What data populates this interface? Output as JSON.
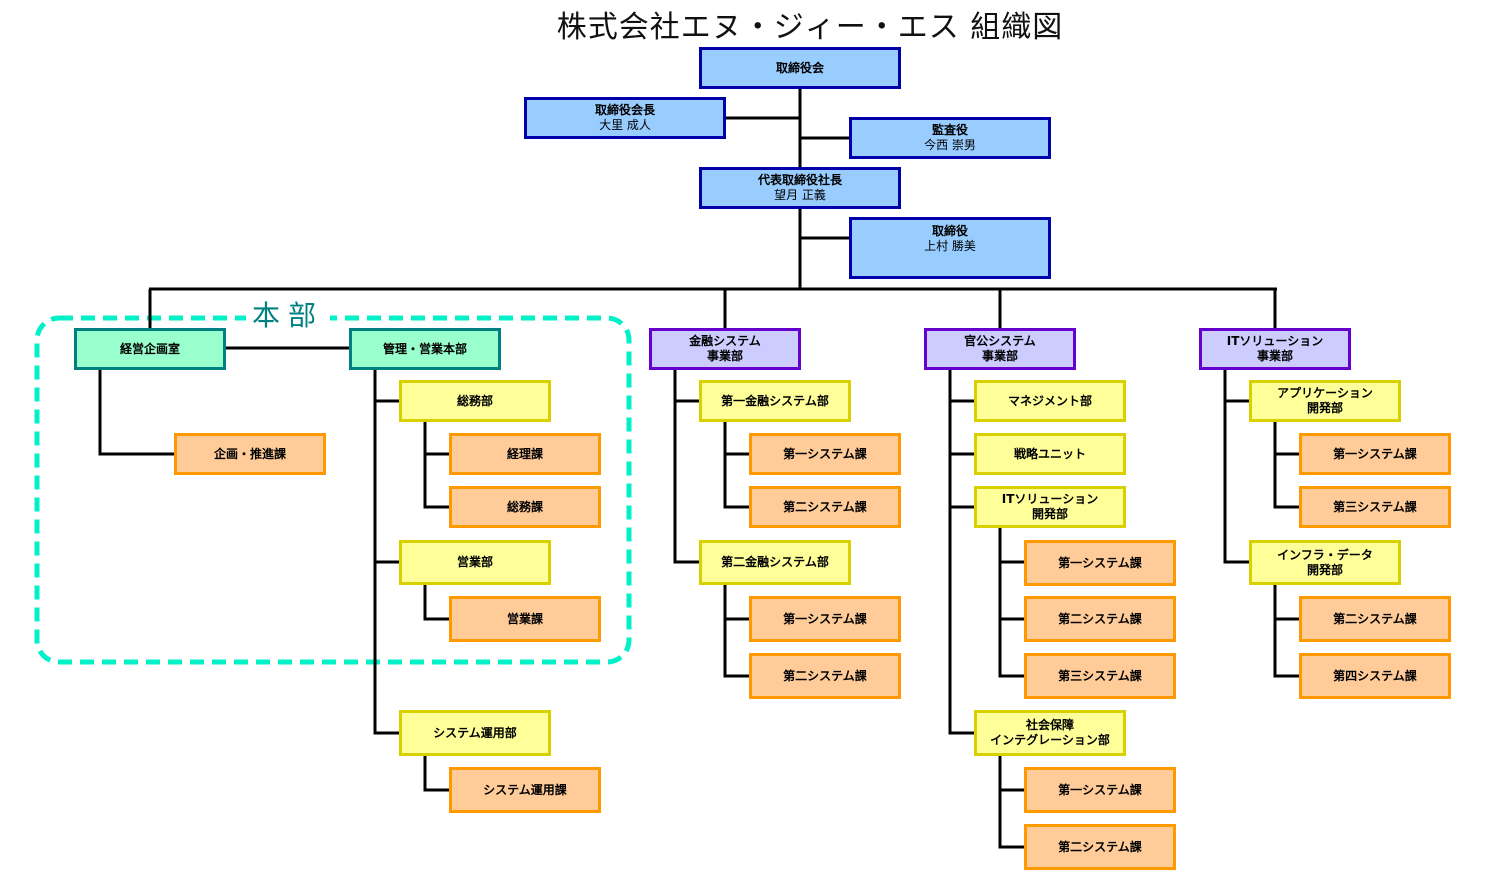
{
  "title": "株式会社エヌ・ジィー・エス 組織図",
  "group_label": "本部",
  "colors": {
    "executive_fill": "#99ccff",
    "executive_border": "#0000aa",
    "headquarters_fill": "#99ffcc",
    "headquarters_border": "#008080",
    "division_fill": "#ccccff",
    "division_border": "#6600cc",
    "department_fill": "#ffff99",
    "department_border": "#d9d000",
    "section_fill": "#ffcc99",
    "section_border": "#ff9900",
    "group_outline": "#00f0c8"
  },
  "executives": {
    "board": {
      "title": "取締役会"
    },
    "chairman": {
      "title": "取締役会長",
      "name": "大里 成人"
    },
    "auditor": {
      "title": "監査役",
      "name": "今西 崇男"
    },
    "president": {
      "title": "代表取締役社長",
      "name": "望月 正義"
    },
    "director": {
      "title": "取締役",
      "name": "上村 勝美"
    }
  },
  "headquarters": {
    "planning_office": {
      "title": "経営企画室",
      "sections": [
        "企画・推進課"
      ]
    },
    "admin_sales": {
      "title": "管理・営業本部",
      "departments": [
        {
          "title": "総務部",
          "sections": [
            "経理課",
            "総務課"
          ]
        },
        {
          "title": "営業部",
          "sections": [
            "営業課"
          ]
        },
        {
          "title": "システム運用部",
          "sections": [
            "システム運用課"
          ]
        }
      ]
    }
  },
  "divisions": [
    {
      "title": [
        "金融システム",
        "事業部"
      ],
      "departments": [
        {
          "title": [
            "第一金融システム部"
          ],
          "sections": [
            "第一システム課",
            "第二システム課"
          ]
        },
        {
          "title": [
            "第二金融システム部"
          ],
          "sections": [
            "第一システム課",
            "第二システム課"
          ]
        }
      ]
    },
    {
      "title": [
        "官公システム",
        "事業部"
      ],
      "departments": [
        {
          "title": [
            "マネジメント部"
          ],
          "sections": []
        },
        {
          "title": [
            "戦略ユニット"
          ],
          "sections": []
        },
        {
          "title": [
            "ITソリューション",
            "開発部"
          ],
          "sections": [
            "第一システム課",
            "第二システム課",
            "第三システム課"
          ]
        },
        {
          "title": [
            "社会保障",
            "インテグレーション部"
          ],
          "sections": [
            "第一システム課",
            "第二システム課"
          ]
        }
      ]
    },
    {
      "title": [
        "ITソリューション",
        "事業部"
      ],
      "departments": [
        {
          "title": [
            "アプリケーション",
            "開発部"
          ],
          "sections": [
            "第一システム課",
            "第三システム課"
          ]
        },
        {
          "title": [
            "インフラ・データ",
            "開発部"
          ],
          "sections": [
            "第二システム課",
            "第四システム課"
          ]
        }
      ]
    }
  ]
}
